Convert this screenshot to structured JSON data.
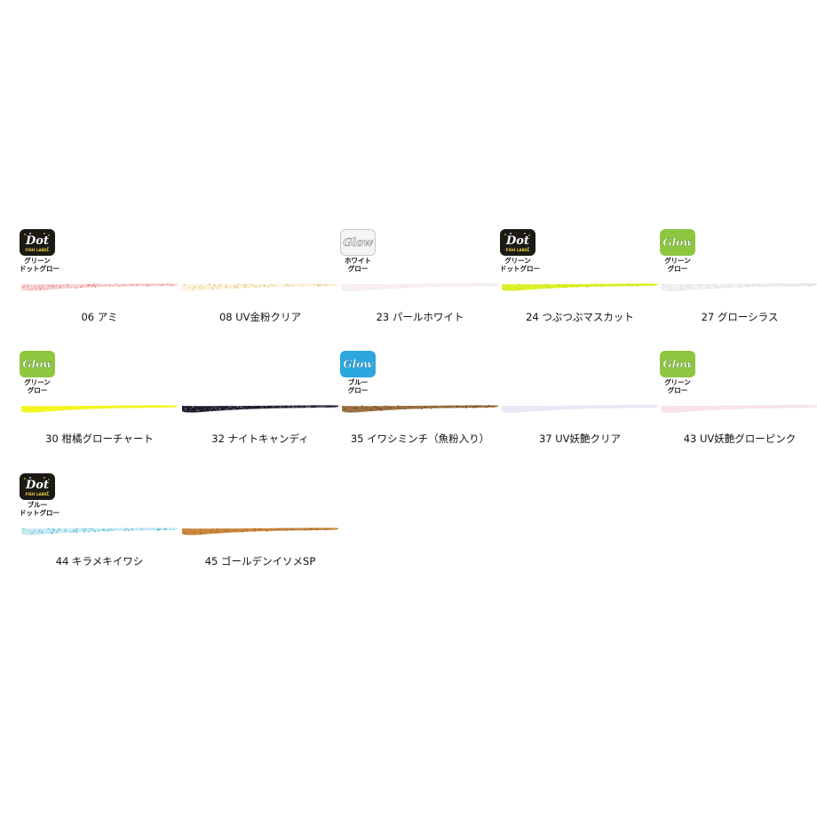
{
  "products": [
    {
      "caption": "06 アミ",
      "badge": {
        "kind": "dot",
        "note": [
          "グリーン",
          "ドットグロー"
        ]
      },
      "color": "#f6d2d2",
      "speckle": "#e88888"
    },
    {
      "caption": "08 UV金粉クリア",
      "badge": null,
      "color": "#fbf3e0",
      "speckle": "#e8c46a"
    },
    {
      "caption": "23 パールホワイト",
      "badge": {
        "kind": "glow-white",
        "note": [
          "ホワイト",
          "グロー"
        ]
      },
      "color": "#f8f0f0",
      "speckle": null
    },
    {
      "caption": "24 つぶつぶマスカット",
      "badge": {
        "kind": "dot",
        "note": [
          "グリーン",
          "ドットグロー"
        ]
      },
      "color": "#dcf12a",
      "speckle": "#c6e010"
    },
    {
      "caption": "27 グローシラス",
      "badge": {
        "kind": "glow-green",
        "note": [
          "グリーン",
          "グロー"
        ]
      },
      "color": "#f2f2f2",
      "speckle": "#d8d8d8"
    },
    {
      "caption": "30 柑橘グローチャート",
      "badge": {
        "kind": "glow-green",
        "note": [
          "グリーン",
          "グロー"
        ]
      },
      "color": "#f4f520",
      "speckle": null
    },
    {
      "caption": "32 ナイトキャンディ",
      "badge": null,
      "color": "#1e1c28",
      "speckle": "#8a7a9a"
    },
    {
      "caption": "35 イワシミンチ（魚粉入り）",
      "badge": {
        "kind": "glow-blue",
        "note": [
          "ブルー",
          "グロー"
        ]
      },
      "color": "#9d7240",
      "speckle": "#6e4e28"
    },
    {
      "caption": "37 UV妖艶クリア",
      "badge": null,
      "color": "#ece6f7",
      "speckle": null
    },
    {
      "caption": "43 UV妖艶グローピンク",
      "badge": {
        "kind": "glow-green",
        "note": [
          "グリーン",
          "グロー"
        ]
      },
      "color": "#fbe2ea",
      "speckle": null
    },
    {
      "caption": "44 キラメキイワシ",
      "badge": {
        "kind": "dot",
        "note": [
          "ブルー",
          "ドットグロー"
        ]
      },
      "color": "#c9eaf3",
      "speckle": "#4ab8d6"
    },
    {
      "caption": "45 ゴールデンイソメSP",
      "badge": null,
      "color": "#c9883e",
      "speckle": "#a66a28"
    }
  ],
  "badge_text": {
    "dot": "Dot",
    "dot_sub": "FISH LABEL",
    "glow": "Glow"
  }
}
